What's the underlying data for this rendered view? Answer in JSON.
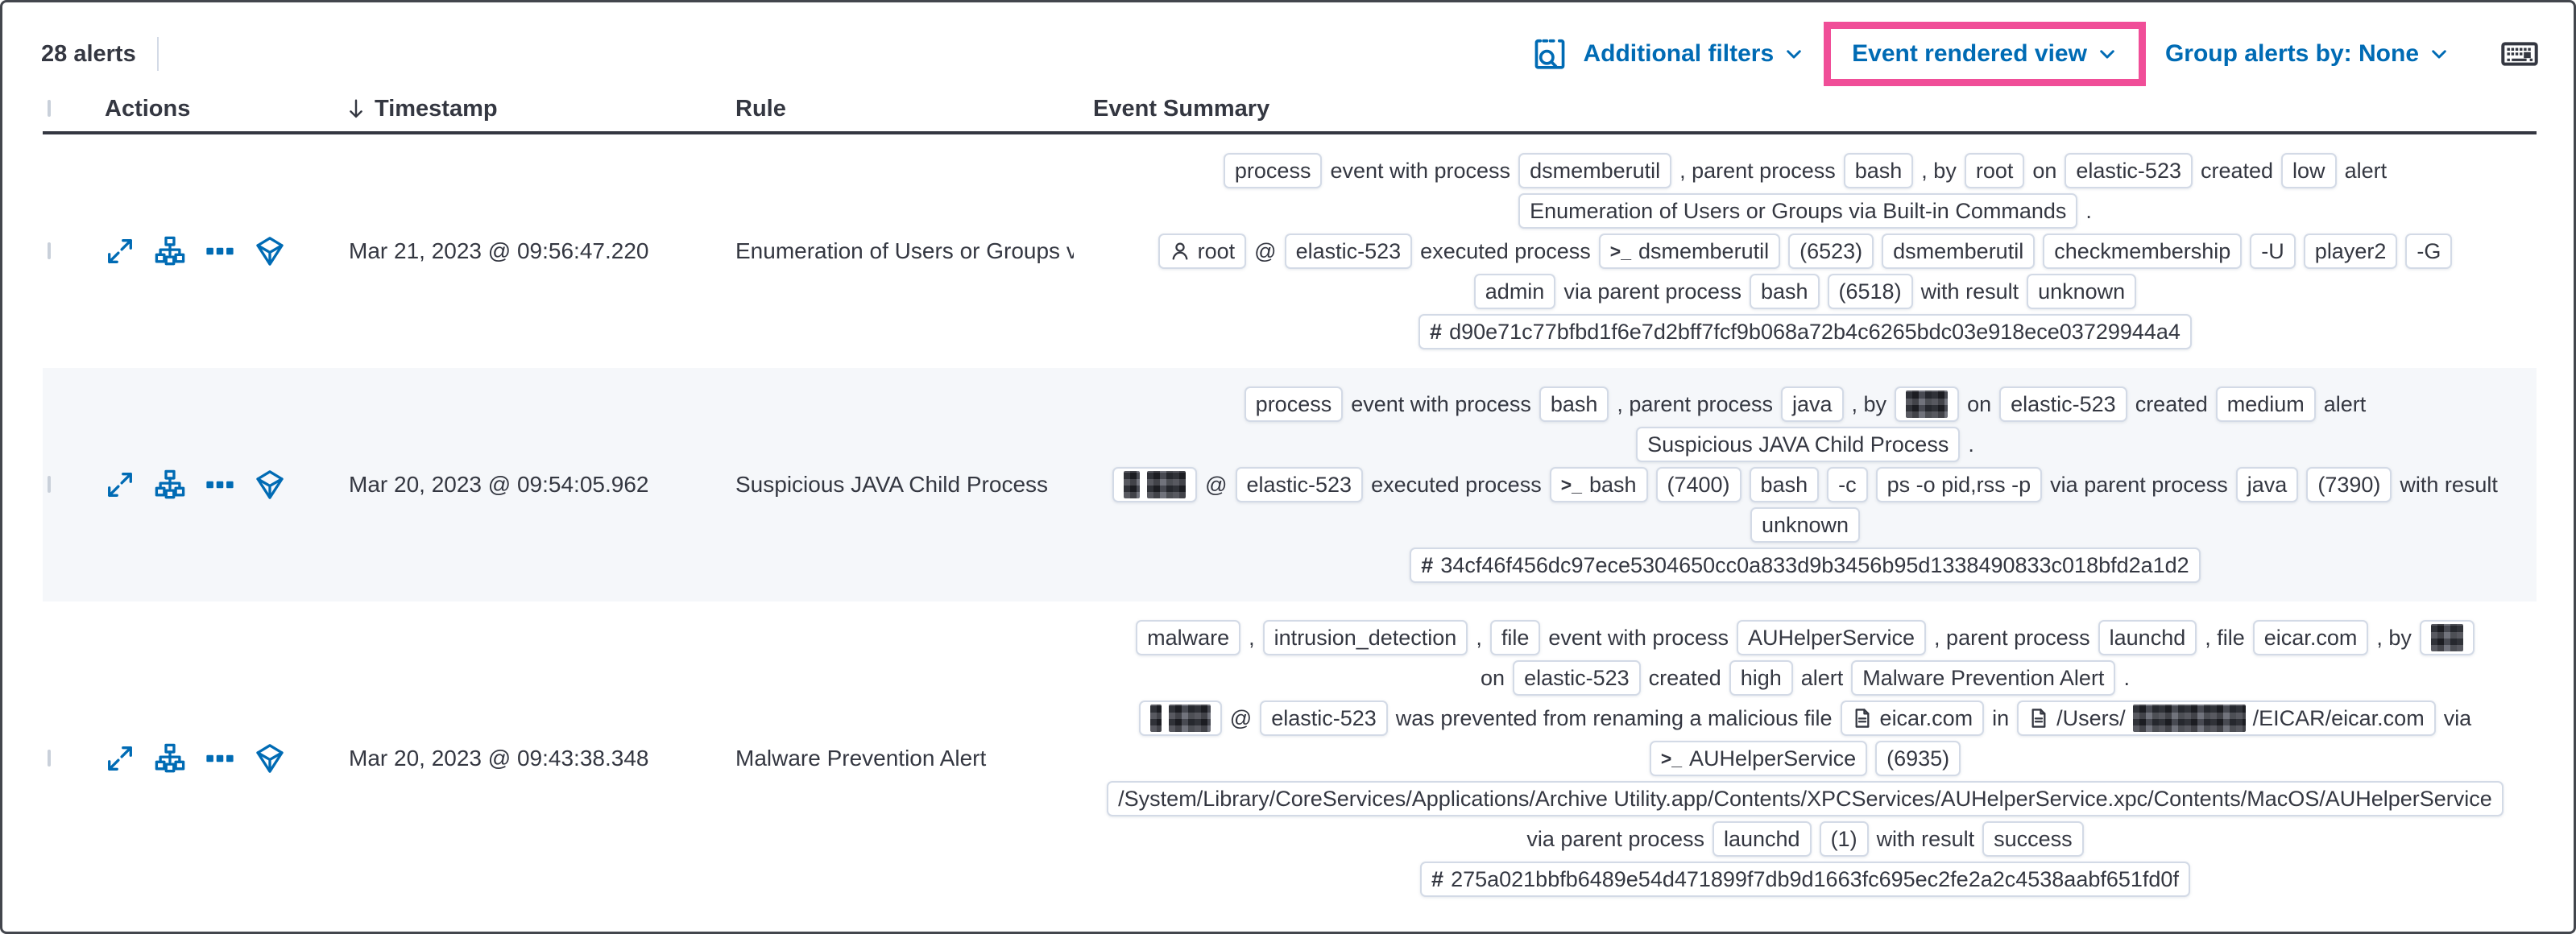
{
  "colors": {
    "accent_blue": "#006BB4",
    "text_dark": "#343741",
    "badge_border": "#D3DAE6",
    "row_stripe": "#F5F7FA",
    "highlight_pink": "#F04E98"
  },
  "toolbar": {
    "alert_count": "28 alerts",
    "inspect_icon": "inspect-icon",
    "additional_filters_label": "Additional filters",
    "view_selector_label": "Event rendered view",
    "group_by_label": "Group alerts by: None",
    "keyboard_icon": "keyboard-shortcuts-icon",
    "highlight": "pink annotation box around Event rendered view"
  },
  "table": {
    "headers": {
      "actions": "Actions",
      "timestamp": "Timestamp",
      "rule": "Rule",
      "summary": "Event Summary"
    },
    "sort": {
      "column": "Timestamp",
      "direction": "descending"
    },
    "row_action_icons": [
      "expand-alert",
      "analyze-event",
      "more-actions",
      "add-to-timeline"
    ],
    "rows": [
      {
        "timestamp": "Mar 21, 2023 @ 09:56:47.220",
        "rule": "Enumeration of Users or Groups via Bui",
        "summary": [
          [
            {
              "t": "badge",
              "v": "process"
            },
            {
              "t": "text",
              "v": "event with process"
            },
            {
              "t": "badge",
              "v": "dsmemberutil"
            },
            {
              "t": "text",
              "v": ", parent process"
            },
            {
              "t": "badge",
              "v": "bash"
            },
            {
              "t": "text",
              "v": ", by"
            },
            {
              "t": "badge",
              "v": "root"
            },
            {
              "t": "text",
              "v": "on"
            },
            {
              "t": "badge",
              "v": "elastic-523"
            },
            {
              "t": "text",
              "v": "created"
            },
            {
              "t": "badge",
              "v": "low"
            },
            {
              "t": "text",
              "v": "alert"
            }
          ],
          [
            {
              "t": "badge",
              "v": "Enumeration of Users or Groups via Built-in Commands"
            },
            {
              "t": "text",
              "v": "."
            }
          ],
          [
            {
              "t": "badge",
              "v": "root",
              "icon": "user"
            },
            {
              "t": "text",
              "v": "@"
            },
            {
              "t": "badge",
              "v": "elastic-523"
            },
            {
              "t": "text",
              "v": "executed process"
            },
            {
              "t": "badge",
              "v": "dsmemberutil",
              "icon": "terminal"
            },
            {
              "t": "badge",
              "v": "(6523)"
            },
            {
              "t": "badge",
              "v": "dsmemberutil"
            },
            {
              "t": "badge",
              "v": "checkmembership"
            },
            {
              "t": "badge",
              "v": "-U"
            },
            {
              "t": "badge",
              "v": "player2"
            },
            {
              "t": "badge",
              "v": "-G"
            }
          ],
          [
            {
              "t": "badge",
              "v": "admin"
            },
            {
              "t": "text",
              "v": "via parent process"
            },
            {
              "t": "badge",
              "v": "bash"
            },
            {
              "t": "badge",
              "v": "(6518)"
            },
            {
              "t": "text",
              "v": "with result"
            },
            {
              "t": "badge",
              "v": "unknown"
            }
          ],
          [
            {
              "t": "badge",
              "v": "d90e71c77bfbd1f6e7d2bff7fcf9b068a72b4c6265bdc03e918ece03729944a4",
              "icon": "hash"
            }
          ]
        ]
      },
      {
        "timestamp": "Mar 20, 2023 @ 09:54:05.962",
        "rule": "Suspicious JAVA Child Process",
        "summary": [
          [
            {
              "t": "badge",
              "v": "process"
            },
            {
              "t": "text",
              "v": "event with process"
            },
            {
              "t": "badge",
              "v": "bash"
            },
            {
              "t": "text",
              "v": ", parent process"
            },
            {
              "t": "badge",
              "v": "java"
            },
            {
              "t": "text",
              "v": ", by"
            },
            {
              "t": "badge",
              "parts": [
                {
                  "r": 52
                }
              ]
            },
            {
              "t": "text",
              "v": "on"
            },
            {
              "t": "badge",
              "v": "elastic-523"
            },
            {
              "t": "text",
              "v": "created"
            },
            {
              "t": "badge",
              "v": "medium"
            },
            {
              "t": "text",
              "v": "alert"
            }
          ],
          [
            {
              "t": "badge",
              "v": "Suspicious JAVA Child Process"
            },
            {
              "t": "text",
              "v": "."
            }
          ],
          [
            {
              "t": "badge",
              "parts": [
                {
                  "r": 20
                },
                {
                  "r": 48
                }
              ]
            },
            {
              "t": "text",
              "v": "@"
            },
            {
              "t": "badge",
              "v": "elastic-523"
            },
            {
              "t": "text",
              "v": "executed process"
            },
            {
              "t": "badge",
              "v": "bash",
              "icon": "terminal"
            },
            {
              "t": "badge",
              "v": "(7400)"
            },
            {
              "t": "badge",
              "v": "bash"
            },
            {
              "t": "badge",
              "v": "-c"
            },
            {
              "t": "badge",
              "v": "ps -o pid,rss -p"
            },
            {
              "t": "text",
              "v": "via parent process"
            },
            {
              "t": "badge",
              "v": "java"
            },
            {
              "t": "badge",
              "v": "(7390)"
            },
            {
              "t": "text",
              "v": "with result"
            }
          ],
          [
            {
              "t": "badge",
              "v": "unknown"
            }
          ],
          [
            {
              "t": "badge",
              "v": "34cf46f456dc97ece5304650cc0a833d9b3456b95d1338490833c018bfd2a1d2",
              "icon": "hash"
            }
          ]
        ]
      },
      {
        "timestamp": "Mar 20, 2023 @ 09:43:38.348",
        "rule": "Malware Prevention Alert",
        "summary": [
          [
            {
              "t": "badge",
              "v": "malware"
            },
            {
              "t": "text",
              "v": ","
            },
            {
              "t": "badge",
              "v": "intrusion_detection"
            },
            {
              "t": "text",
              "v": ","
            },
            {
              "t": "badge",
              "v": "file"
            },
            {
              "t": "text",
              "v": "event with process"
            },
            {
              "t": "badge",
              "v": "AUHelperService"
            },
            {
              "t": "text",
              "v": ", parent process"
            },
            {
              "t": "badge",
              "v": "launchd"
            },
            {
              "t": "text",
              "v": ", file"
            },
            {
              "t": "badge",
              "v": "eicar.com"
            },
            {
              "t": "text",
              "v": ", by"
            },
            {
              "t": "badge",
              "parts": [
                {
                  "r": 40
                }
              ]
            }
          ],
          [
            {
              "t": "text",
              "v": "on"
            },
            {
              "t": "badge",
              "v": "elastic-523"
            },
            {
              "t": "text",
              "v": "created"
            },
            {
              "t": "badge",
              "v": "high"
            },
            {
              "t": "text",
              "v": "alert"
            },
            {
              "t": "badge",
              "v": "Malware Prevention Alert"
            },
            {
              "t": "text",
              "v": "."
            }
          ],
          [
            {
              "t": "badge",
              "parts": [
                {
                  "r": 14
                },
                {
                  "r": 52
                }
              ]
            },
            {
              "t": "text",
              "v": "@"
            },
            {
              "t": "badge",
              "v": "elastic-523"
            },
            {
              "t": "text",
              "v": "was prevented from renaming a malicious file"
            },
            {
              "t": "badge",
              "v": "eicar.com",
              "icon": "document"
            },
            {
              "t": "text",
              "v": "in"
            },
            {
              "t": "badge",
              "icon": "document",
              "parts": [
                {
                  "v": "/Users/"
                },
                {
                  "r": 140
                },
                {
                  "v": "/EICAR/eicar.com"
                }
              ]
            },
            {
              "t": "text",
              "v": "via"
            }
          ],
          [
            {
              "t": "badge",
              "v": "AUHelperService",
              "icon": "terminal"
            },
            {
              "t": "badge",
              "v": "(6935)"
            }
          ],
          [
            {
              "t": "badge",
              "v": "/System/Library/CoreServices/Applications/Archive Utility.app/Contents/XPCServices/AUHelperService.xpc/Contents/MacOS/AUHelperService"
            }
          ],
          [
            {
              "t": "text",
              "v": "via parent process"
            },
            {
              "t": "badge",
              "v": "launchd"
            },
            {
              "t": "badge",
              "v": "(1)"
            },
            {
              "t": "text",
              "v": "with result"
            },
            {
              "t": "badge",
              "v": "success"
            }
          ],
          [
            {
              "t": "badge",
              "v": "275a021bbfb6489e54d471899f7db9d1663fc695ec2fe2a2c4538aabf651fd0f",
              "icon": "hash"
            }
          ]
        ]
      }
    ]
  }
}
